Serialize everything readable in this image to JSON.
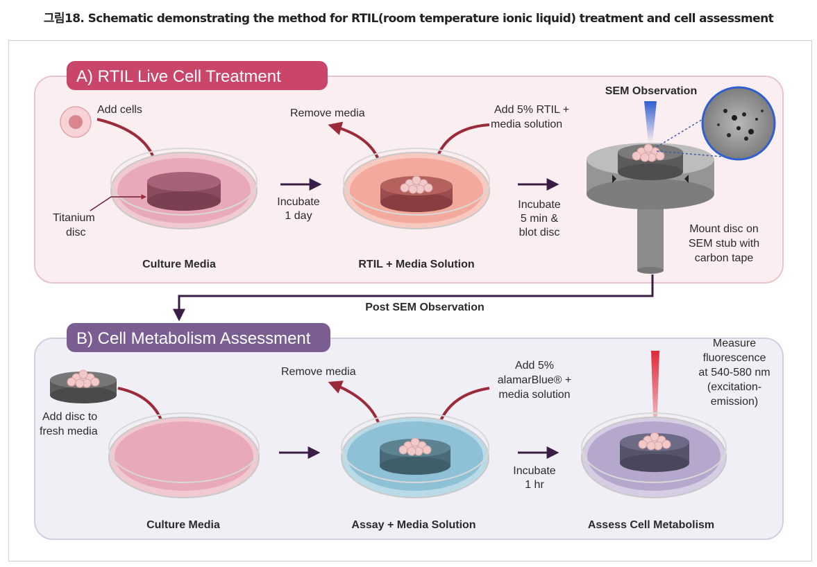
{
  "caption": "그림18. Schematic demonstrating the method for RTIL(room temperature ionic liquid) treatment and cell assessment",
  "panel_a": {
    "title": "A) RTIL Live Cell Treatment",
    "add_cells": "Add cells",
    "titanium_disc_1": "Titanium",
    "titanium_disc_2": "disc",
    "dish1_label": "Culture Media",
    "incubate1_1": "Incubate",
    "incubate1_2": "1 day",
    "remove_media": "Remove media",
    "add_rtil_1": "Add 5% RTIL +",
    "add_rtil_2": "media solution",
    "dish2_label": "RTIL + Media Solution",
    "incubate2_1": "Incubate",
    "incubate2_2": "5 min &",
    "incubate2_3": "blot disc",
    "sem_observation": "SEM Observation",
    "mount_1": "Mount disc on",
    "mount_2": "SEM stub with",
    "mount_3": "carbon tape"
  },
  "connector": {
    "label": "Post SEM Observation"
  },
  "panel_b": {
    "title": "B) Cell Metabolism Assessment",
    "add_disc_1": "Add disc to",
    "add_disc_2": "fresh media",
    "dish1_label": "Culture Media",
    "remove_media": "Remove media",
    "add_alamar_1": "Add 5%",
    "add_alamar_2": "alamarBlue® +",
    "add_alamar_3": "media solution",
    "dish2_label": "Assay + Media Solution",
    "incubate_1": "Incubate",
    "incubate_2": "1 hr",
    "measure_1": "Measure",
    "measure_2": "fluorescence",
    "measure_3": "at 540-580 nm",
    "measure_4": "(excitation-",
    "measure_5": "emission)",
    "dish3_label": "Assess Cell Metabolism"
  },
  "colors": {
    "panel_a_bg": "#fbeef0",
    "panel_a_border": "#e8c4ca",
    "panel_a_title_bg": "#c9456a",
    "panel_b_bg": "#f1eff6",
    "panel_b_border": "#d3cde0",
    "panel_b_title_bg": "#7a5e92",
    "arrow": "#3a1d44",
    "curved_arrow": "#9b2b3b",
    "culture_media": "#e8a9b9",
    "rtil_media": "#f3a99c",
    "assay_media": "#8ec0d6",
    "assess_media": "#b6a8cc",
    "sem_beam": "#3b66c9",
    "laser_beam": "#d8283a"
  }
}
